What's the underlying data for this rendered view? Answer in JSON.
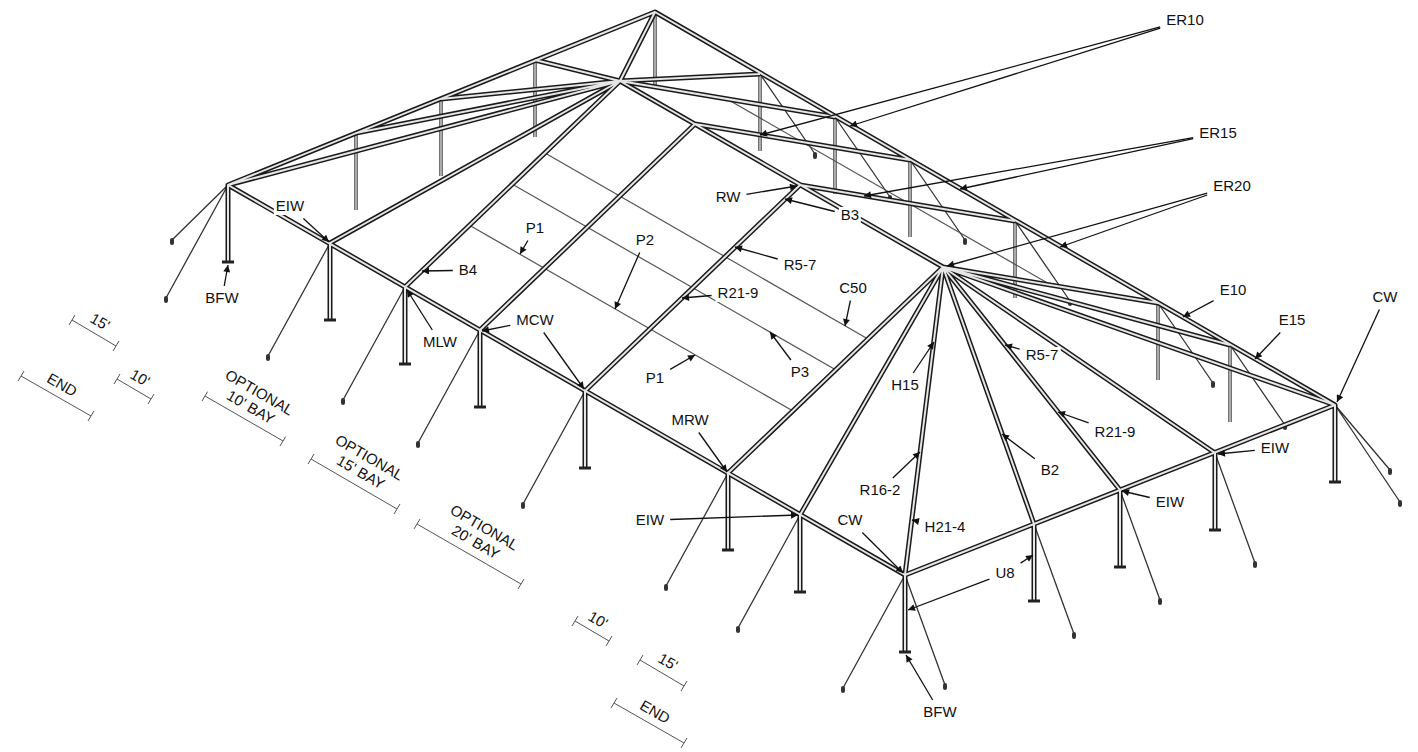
{
  "diagram": {
    "labels": [
      "ER10",
      "ER15",
      "ER20",
      "E10",
      "E15",
      "CW",
      "RW",
      "P1",
      "P2",
      "B3",
      "R5-7",
      "R21-9",
      "C50",
      "B4",
      "MLW",
      "EIW",
      "BFW",
      "MCW",
      "P3",
      "P1",
      "MRW",
      "EIW",
      "H15",
      "R5-7",
      "R21-9",
      "R16-2",
      "B2",
      "H21-4",
      "CW",
      "EIW",
      "EIW",
      "U8",
      "BFW",
      "15'",
      "END",
      "10'",
      "OPTIONAL 10' BAY",
      "OPTIONAL 15' BAY",
      "OPTIONAL 20' BAY",
      "10'",
      "15'",
      "END"
    ]
  }
}
